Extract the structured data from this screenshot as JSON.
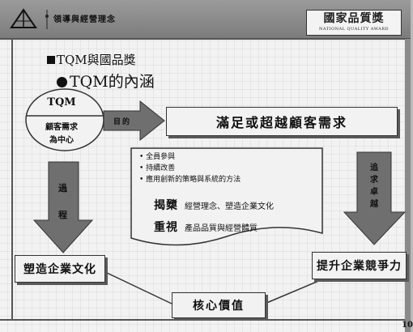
{
  "header": {
    "tagline": "領導與經營理念",
    "award_title": "國家品質獎",
    "award_subtitle": "NATIONAL QUALITY AWARD"
  },
  "slide": {
    "heading": "TQM與國品獎",
    "subheading": "TQM的內涵",
    "page_number": "10"
  },
  "diagram": {
    "tqm_label": "TQM",
    "customer_center": "顧客需求為中心",
    "customer_center_line1": "顧客需求",
    "customer_center_line2": "為中心",
    "purpose_label": "目的",
    "goal_box": "滿足或超越顧客需求",
    "process_label": "過程",
    "process_char1": "過",
    "process_char2": "程",
    "excellence_label": "追求卓越",
    "bullets": [
      "• 全員參與",
      "• 持續改善",
      "• 應用創新的策略與系統的方法"
    ],
    "pillars": [
      {
        "key": "揭櫫",
        "value": "經營理念、塑造企業文化"
      },
      {
        "key": "重視",
        "value": "產品品質與經營體質"
      }
    ],
    "culture_box": "塑造企業文化",
    "competitiveness_box": "提升企業競爭力",
    "core_value_box": "核心價值"
  }
}
